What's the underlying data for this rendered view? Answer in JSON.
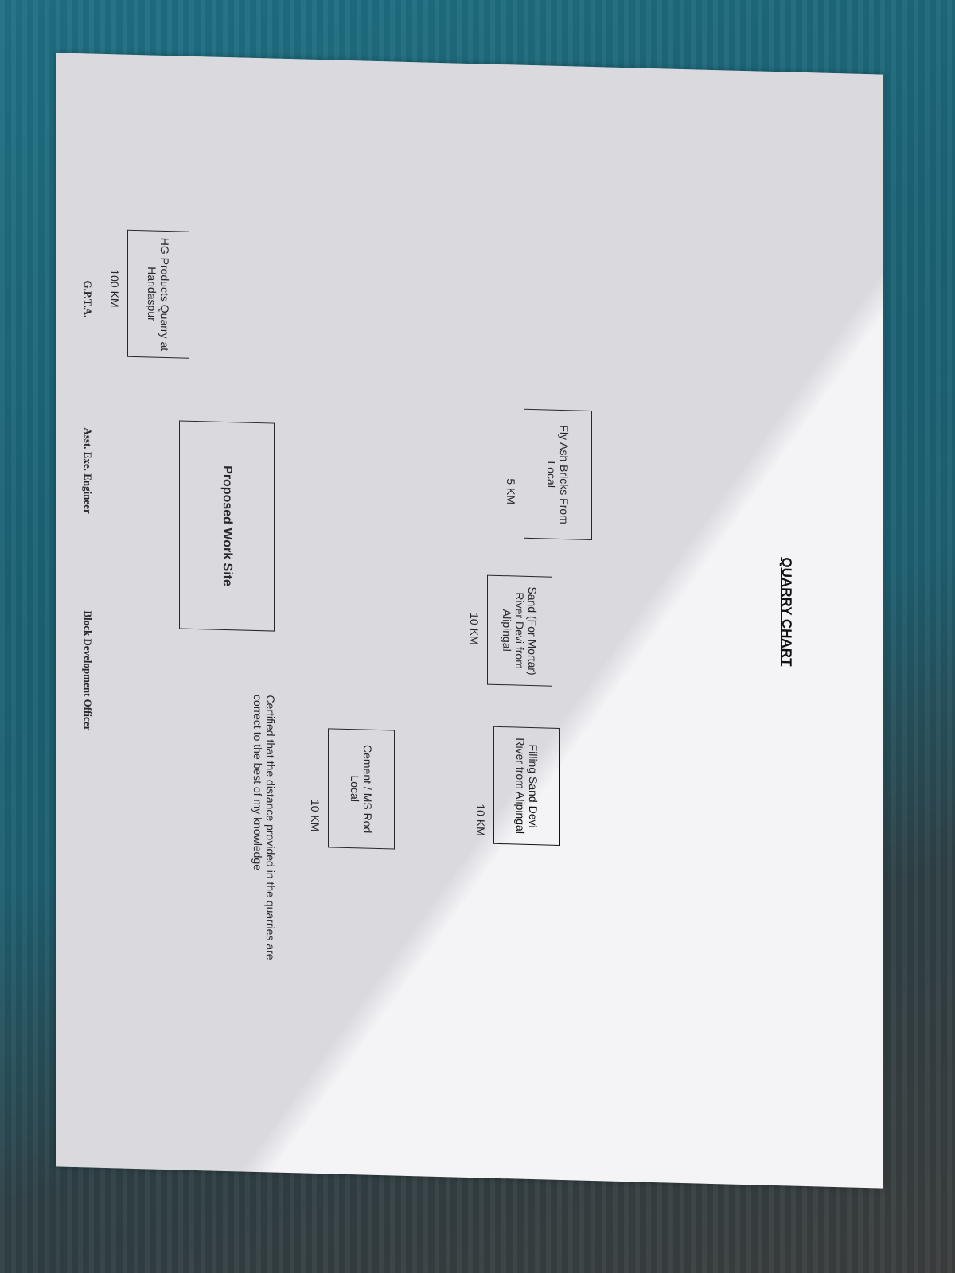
{
  "title": "QUARRY CHART",
  "boxes": {
    "hg": "HG Products Quarry at Haridaspur",
    "flyash": "Fly Ash Bricks From Local",
    "site": "Proposed  Work Site",
    "sand": "Sand  (For Mortar)  River Devi from Alipingal",
    "filling": "Filling Sand Devi River from Alipingal",
    "cement": "Cement / MS Rod Local"
  },
  "distances": {
    "hg": "100 KM",
    "flyash": "5 KM",
    "sand": "10  KM",
    "filling": "10  KM",
    "cement": "10  KM"
  },
  "certificate": "Certified that the distance provided in the quarries are correct to the best of my knowledge",
  "signatories": [
    "G.P.T.A.",
    "Asst. Exe. Engineer",
    "Block Development Officer"
  ]
}
